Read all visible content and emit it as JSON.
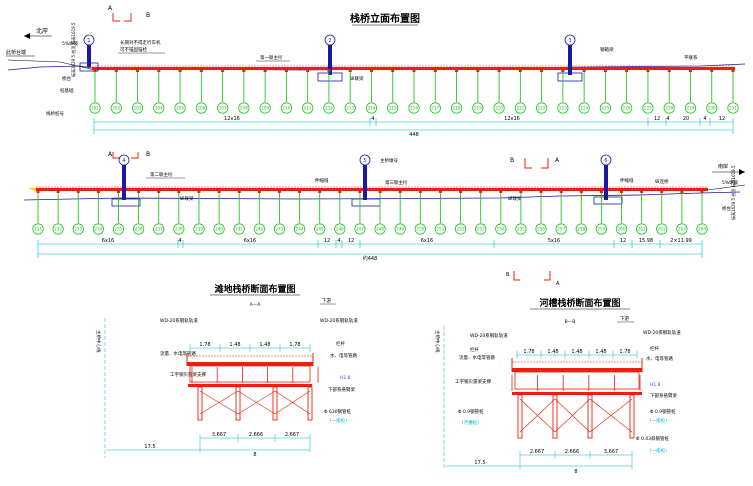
{
  "titles": {
    "elevation": "栈桥立面布置图",
    "land_section": "滩地栈桥断面布置图",
    "river_section": "河槽栈桥断面布置图"
  },
  "section_marks": {
    "a": "A",
    "b": "B",
    "aa": "A—A",
    "bb": "B—B"
  },
  "top_view": {
    "north_label": "北岸",
    "left_note": "此桥台端",
    "notes": [
      "5%纵坡",
      "桥台",
      "桩基础",
      "栈桥桩号"
    ],
    "clamp_note_1": "长期对不得走行车机",
    "clamp_note_2": "可不锚固锚栓",
    "deck_label": "第一联主桁",
    "brace_label": "剪刀撑",
    "top_right_1": "钢箱梁",
    "top_right_2": "平联系",
    "bottom_mid": "纵联梁",
    "elev_vertical": "标高1629 5 桩顶 标高1619.5",
    "circle_labels": [
      "1",
      "2",
      "3"
    ],
    "pile_labels": [
      "201",
      "202",
      "203",
      "204",
      "205",
      "206",
      "207",
      "208",
      "209",
      "210",
      "211",
      "212",
      "213",
      "214",
      "215",
      "216",
      "217",
      "218",
      "219",
      "220",
      "221",
      "222",
      "223",
      "224",
      "225",
      "226",
      "227",
      "228",
      "229",
      "230",
      "231"
    ],
    "span_dims": [
      "12x16",
      "4",
      "12x16",
      "12",
      "4",
      "20",
      "4",
      "12"
    ],
    "total_dim": "448"
  },
  "bottom_view": {
    "right_label": "南岸",
    "right_slope": "5%纵坡",
    "right_abutment": "桥台",
    "left_note": "第二联主桁",
    "center_note": "主桥墩号",
    "mid_note": "第三联主桁",
    "brace_left": "伸缩缝",
    "brace_right": "伸缩缝",
    "right_note_1": "伸缩缝",
    "right_note_2": "纵连桥",
    "pier_tag": "纵联梁",
    "pier_tag_2": "纵联梁",
    "elev_vertical": "标高1629 5 桩顶 标高1619.5",
    "circle_labels": [
      "4",
      "5",
      "6"
    ],
    "pile_labels": [
      "231",
      "232",
      "233",
      "234",
      "235",
      "236",
      "237",
      "238",
      "239",
      "240",
      "241",
      "242",
      "243",
      "244",
      "245",
      "246",
      "247",
      "248",
      "249",
      "250",
      "251",
      "252",
      "253",
      "254",
      "255",
      "256",
      "257",
      "258",
      "259",
      "260",
      "261",
      "262",
      "263",
      "264"
    ],
    "span_dims": [
      "6x16",
      "4",
      "6x16",
      "12",
      "4",
      "12",
      "6x16",
      "5x16",
      "12",
      "15.98",
      "2×11.99"
    ],
    "total_dim": "约448"
  },
  "land_section": {
    "tag": "A—A",
    "downstream": "下游",
    "left_top_label": "WD-20系钢轨轨道",
    "right_top_label": "WD-20系钢轨轨道",
    "left_rail": "栏杆",
    "right_rail": "栏杆",
    "left_pipe": "流量、水电等管路",
    "right_pipe": "水、电等管路",
    "left_beam": "工字钢贝雷梁支撑",
    "right_mark": "H1.8",
    "right_bottom": "下部系悬臂梁",
    "right_pile": "Φ 630钢管桩",
    "right_pile_sub": "(一般桩)",
    "top_dims": [
      "1.78",
      "1.48",
      "1.48",
      "1.78"
    ],
    "bottom_dims": [
      "3.667",
      "2.666",
      "2.667"
    ],
    "overall_dim": "8",
    "left_overall": "17.5",
    "side_vertical": "主桥中心线"
  },
  "river_section": {
    "tag": "B—B",
    "downstream": "下游",
    "left_top_label": "WD-20系钢轨轨道",
    "right_top_label": "WD-20系钢轨轨道",
    "left_rail": "栏杆",
    "right_rail": "栏杆",
    "left_pipe": "流量、水电等管路",
    "right_pipe": "水、电等管路",
    "left_beam": "工字钢贝雷梁支撑",
    "right_mark": "H1.8",
    "right_bottom": "下部系悬臂梁",
    "left_pile": "Φ 0.9钢管桩",
    "left_pile_sub": "(河槽桩)",
    "right_pile": "Φ 0.9钢管桩",
    "right_pile_sub": "(一般桩)",
    "right_pile_2": "Φ 0.43斜钢管桩",
    "right_pile_2_sub": "(一般桩)",
    "top_dims": [
      "1.78",
      "1.48",
      "1.48",
      "1.48",
      "1.78"
    ],
    "bottom_dims": [
      "2.667",
      "2.666",
      "3.667"
    ],
    "overall_dim": "8",
    "left_overall": "17.5",
    "side_vertical": "主桥中心线"
  },
  "colors": {
    "beam": "#e8200e",
    "pile": "#22c422",
    "dim": "#00b7c8",
    "circle": "#1a1aa0",
    "ground": "#1a1aa0",
    "label": "#000000",
    "sign": "#e8200e"
  }
}
